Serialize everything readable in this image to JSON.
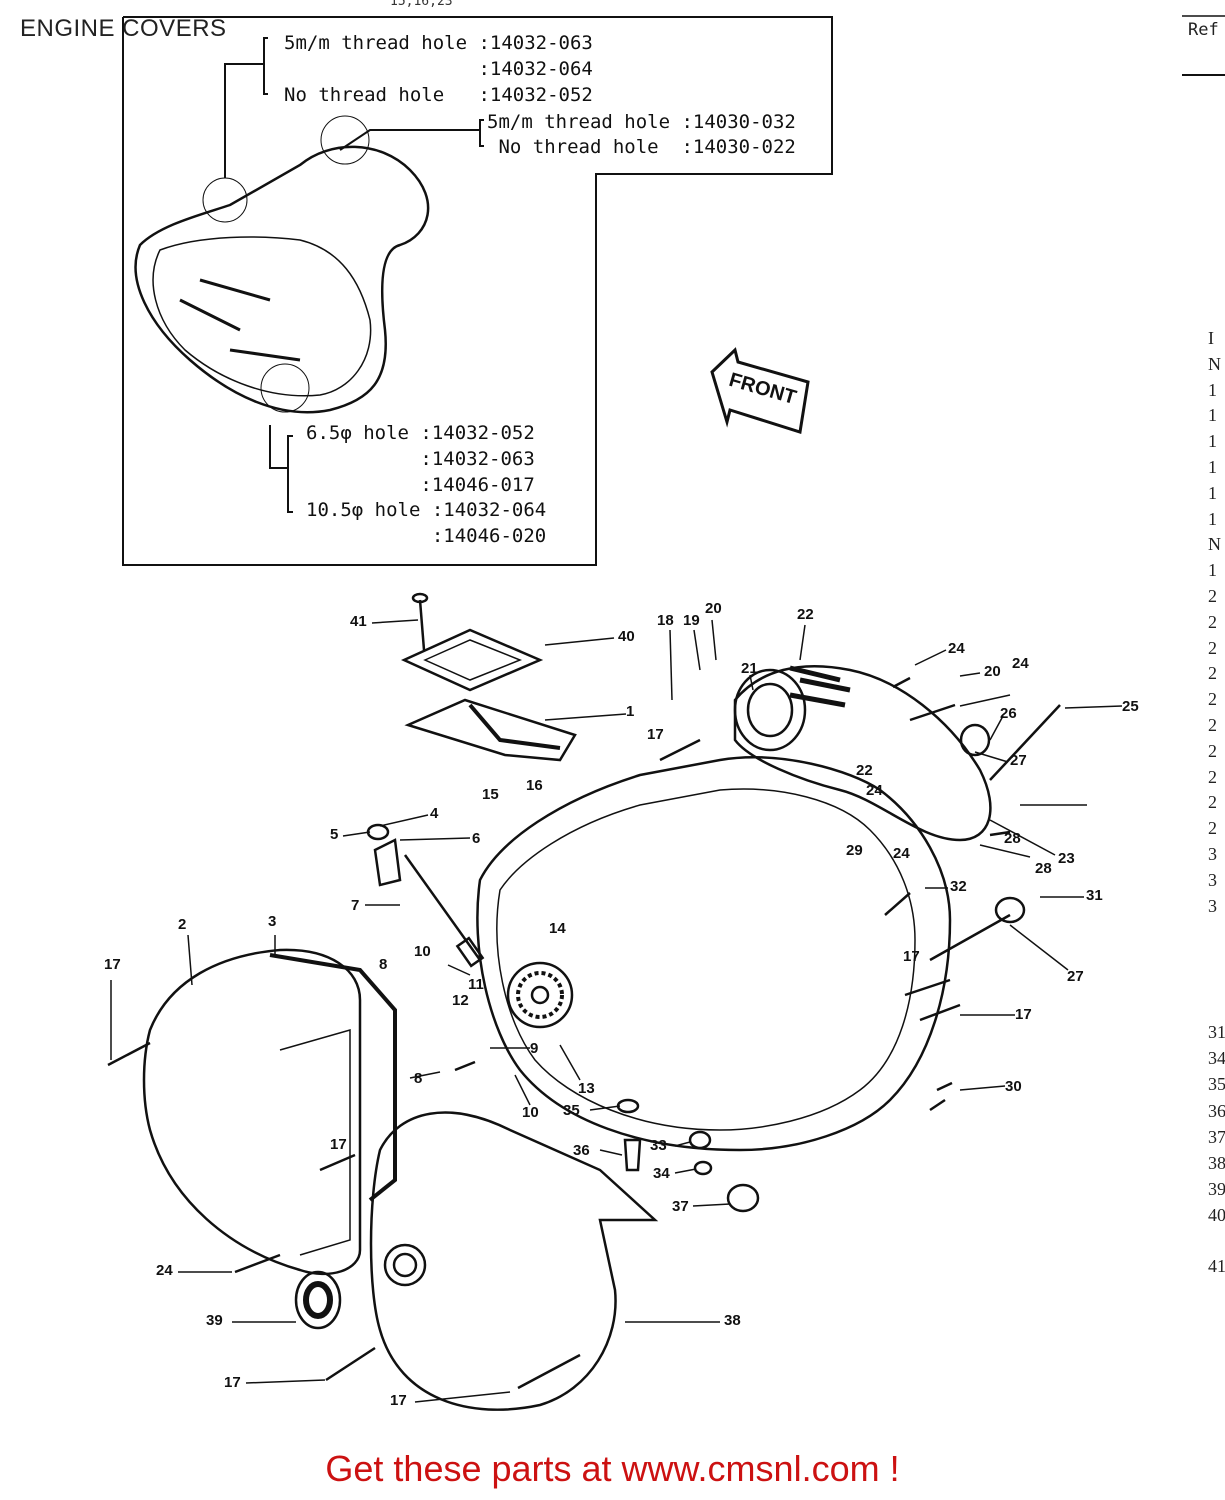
{
  "page": {
    "title": "ENGINE COVERS",
    "top_reference": "15,16,23",
    "right_column_header": "Ref"
  },
  "inset": {
    "thread_notes": [
      "5m/m thread hole :14032-063",
      "                 :14032-064",
      "No thread hole   :14032-052"
    ],
    "plug_notes": [
      "5m/m thread hole :14030-032",
      " No thread hole  :14030-022"
    ],
    "hole_notes": [
      "6.5φ hole :14032-052",
      "          :14032-063",
      "          :14046-017",
      "10.5φ hole :14032-064",
      "           :14046-020"
    ]
  },
  "front_arrow": {
    "label": "FRONT"
  },
  "callouts": [
    "41",
    "40",
    "1",
    "18",
    "19",
    "20",
    "21",
    "22",
    "24",
    "20",
    "24",
    "26",
    "25",
    "27",
    "17",
    "4",
    "5",
    "6",
    "15",
    "16",
    "22",
    "24",
    "28",
    "29",
    "24",
    "28",
    "23",
    "7",
    "32",
    "31",
    "3",
    "2",
    "17",
    "8",
    "10",
    "11",
    "14",
    "12",
    "9",
    "17",
    "27",
    "17",
    "8",
    "10",
    "13",
    "35",
    "30",
    "36",
    "33",
    "34",
    "37",
    "17",
    "24",
    "39",
    "38",
    "17",
    "17"
  ],
  "right_column_rows": [
    "I",
    "N",
    "1",
    "1",
    "1",
    "1",
    "1",
    "1",
    "N",
    "1",
    "2",
    "2",
    "2",
    "2",
    "2",
    "2",
    "2",
    "2",
    "2",
    "2",
    "3",
    "3",
    "3",
    "31",
    "34",
    "35",
    "36",
    "37",
    "38",
    "39",
    "40",
    "41"
  ],
  "promo": {
    "text": "Get these parts at www.cmsnl.com !"
  },
  "colors": {
    "promo": "#cc1111",
    "lines": "#111111",
    "background": "#ffffff"
  }
}
